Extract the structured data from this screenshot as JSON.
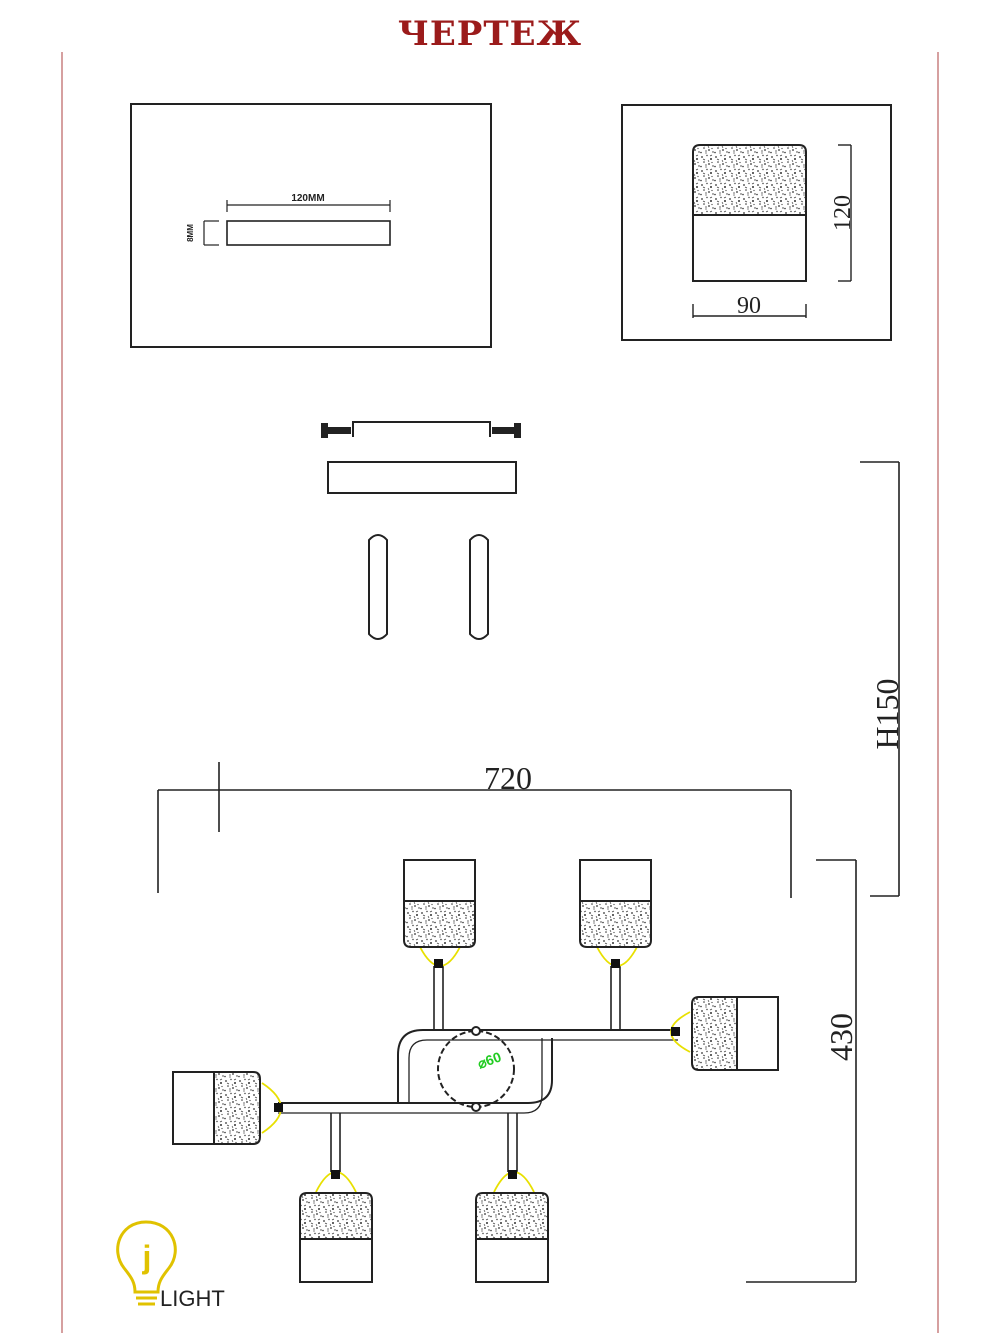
{
  "title": "ЧЕРТЕЖ",
  "mount_plate_view": {
    "length_label": "120MM",
    "height_label": "8MM"
  },
  "shade_view": {
    "height_label": "120",
    "width_label": "90"
  },
  "dimensions": {
    "height_label": "H150",
    "width_label": "720",
    "depth_label": "430",
    "base_diameter_label": "⌀60"
  },
  "logo": {
    "letter": "j",
    "text": "LIGHT"
  },
  "colors": {
    "title": "#9b1b1b",
    "frame": "#c98080",
    "lines": "#222222",
    "highlight": "#e8e000",
    "diameter": "#22cc22",
    "logo": "#e0c200"
  }
}
